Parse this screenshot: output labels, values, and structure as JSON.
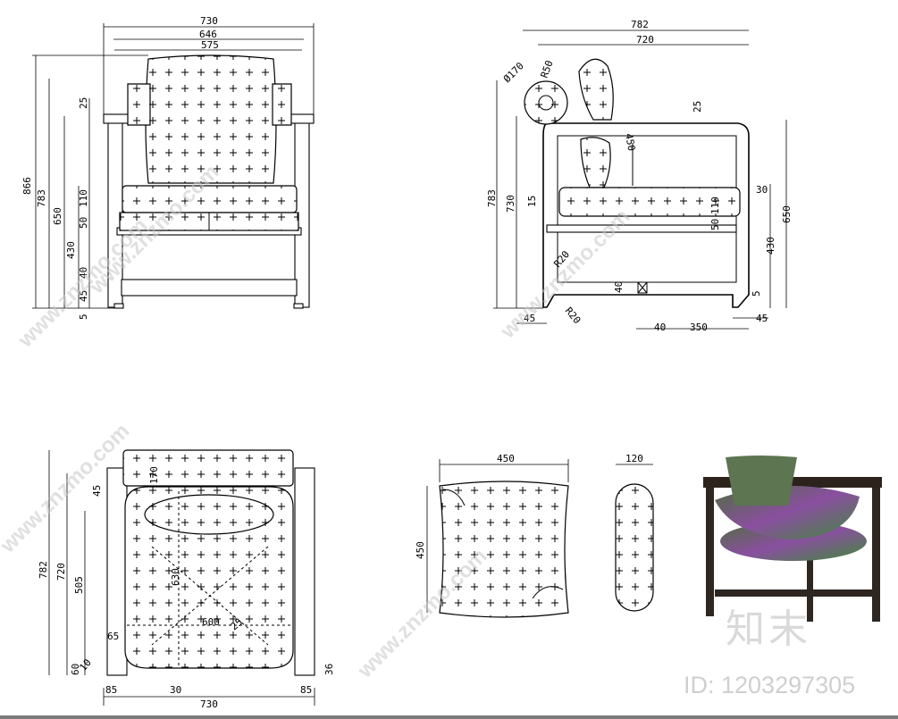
{
  "front_view": {
    "dims": {
      "w730": "730",
      "w646": "646",
      "w575": "575",
      "h866": "866",
      "h783": "783",
      "h650": "650",
      "h430": "430",
      "v25": "25",
      "v110": "110",
      "v50": "50",
      "v40": "40",
      "v45": "45",
      "v5": "5"
    }
  },
  "side_view": {
    "dims": {
      "w782": "782",
      "w720": "720",
      "dia170": "Ø170",
      "r50": "R50",
      "d450": "450",
      "v25": "25",
      "v30": "30",
      "h783": "783",
      "h730": "730",
      "v15": "15",
      "v110": "110",
      "v50": "50",
      "h650": "650",
      "h430": "430",
      "r20": "R20",
      "r20b": "R20",
      "v40": "40",
      "v5": "5",
      "b45": "45",
      "b40": "40",
      "b350": "350",
      "b45r": "45"
    }
  },
  "top_view": {
    "dims": {
      "h782": "782",
      "h720": "720",
      "h505": "505",
      "v45": "45",
      "v170": "170",
      "v630": "630",
      "h600": "600",
      "v25": "25",
      "v65": "65",
      "v60": "60",
      "v10": "10",
      "v36": "36",
      "b85": "85",
      "b30": "30",
      "b85r": "85",
      "b730": "730"
    }
  },
  "cushion": {
    "w450": "450",
    "h450": "450"
  },
  "bolster": {
    "w120": "120"
  },
  "photo": {
    "desc_icon": "chair-photo"
  },
  "watermark": {
    "site": "www.znzmo.com",
    "brand": "知末",
    "id": "ID: 1203297305"
  }
}
